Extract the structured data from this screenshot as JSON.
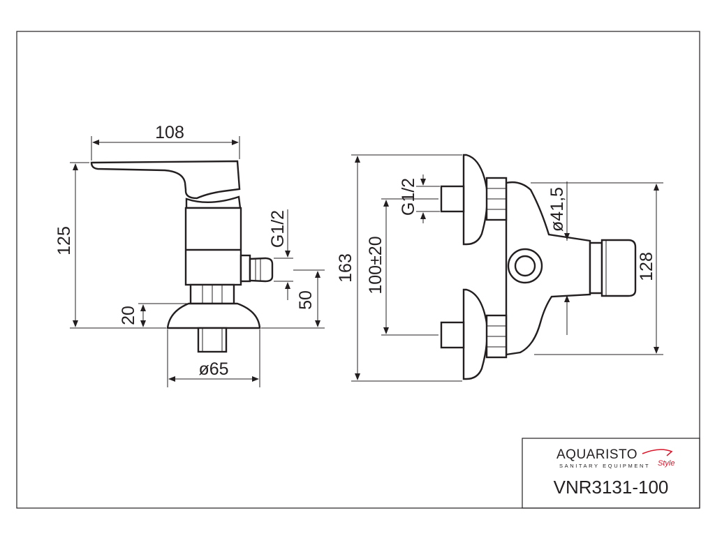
{
  "drawing": {
    "side_view": {
      "dim_width_top": "108",
      "dim_height_total": "125",
      "dim_flange_height": "20",
      "dim_inlet_thread": "G1/2",
      "dim_outlet_height": "50",
      "dim_flange_diameter": "ø65"
    },
    "front_view": {
      "dim_overall_height": "163",
      "dim_inlet_thread": "G1/2",
      "dim_inlet_spacing": "100±20",
      "dim_outlet_diameter": "ø41,5",
      "dim_outlet_height": "128"
    }
  },
  "title_block": {
    "brand": "AQUARISTO",
    "brand_tagline": "SANITARY EQUIPMENT",
    "brand_script": "Style",
    "model_number": "VNR3131-100"
  },
  "colors": {
    "line": "#231f20",
    "brand_accent": "#d6162a"
  }
}
